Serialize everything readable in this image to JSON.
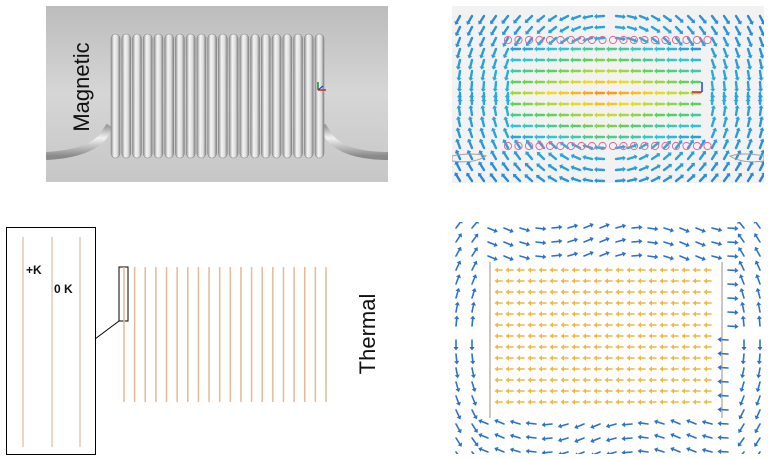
{
  "labels": {
    "magnetic": "Magnetic",
    "thermal": "Thermal",
    "hot": "+K",
    "cold": "0 K"
  },
  "colors": {
    "coil_wire": "#d9d9d9",
    "coil_background": "#c8c8c8",
    "filament": "#e2b99a",
    "thermal_arrow_hot": "#f4b63c",
    "thermal_arrow_cold": "#2d72c9",
    "mag_arrow_weak": "#3a7bd5",
    "mag_arrow_strong": "#ffb000",
    "mag_marker": "#e06a9a"
  },
  "icons": [
    "helical-coil",
    "vector-field-arrows"
  ]
}
